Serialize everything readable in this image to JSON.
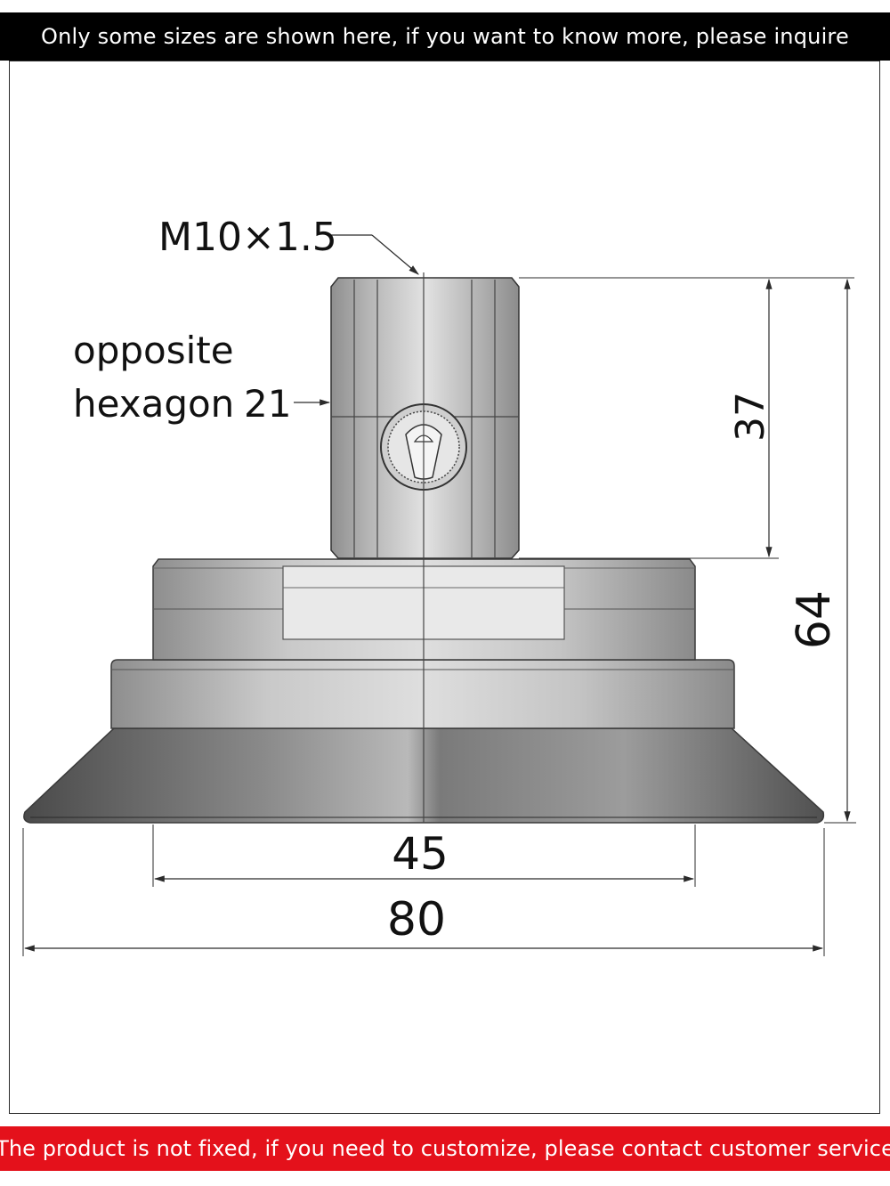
{
  "header_banner": "Only some sizes are shown here, if you want to know more, please inquire",
  "footer_banner": "The product is not fixed, if you need to customize, please contact customer service",
  "drawing": {
    "thread_label": "M10×1.5",
    "hexagon_label_line1": "opposite",
    "hexagon_label_line2": "hexagon",
    "hexagon_size": "21",
    "dim_nut_height": "37",
    "dim_total_height": "64",
    "dim_inner_diameter": "45",
    "dim_outer_diameter": "80"
  },
  "colors": {
    "header_bg": "#000000",
    "footer_bg": "#e4111b",
    "banner_text": "#ffffff",
    "line": "#2b2b2b"
  }
}
